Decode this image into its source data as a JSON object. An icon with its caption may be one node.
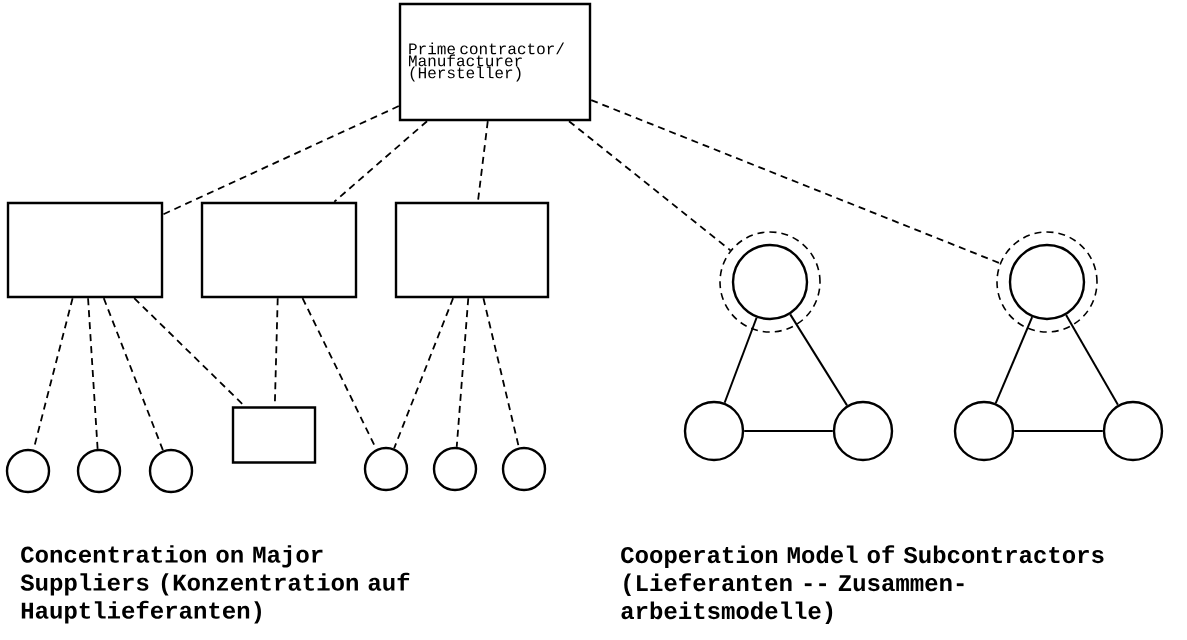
{
  "diagram": {
    "nodes": [
      {
        "text": [
          "Prime contractor/ Manufacturer (Hersteller)"
        ]
      },
      {
        "text": [],
        "shape": "box"
      },
      {
        "text": [],
        "shape": "box"
      },
      {
        "text": [],
        "shape": "box"
      },
      {
        "text": [],
        "shape": "circle"
      },
      {
        "text": [],
        "shape": "circle"
      },
      {
        "text": [],
        "shape": "circle"
      },
      {
        "text": [],
        "shape": "box"
      },
      {
        "text": [],
        "shape": "circle"
      },
      {
        "text": [],
        "shape": "circle"
      },
      {
        "text": [],
        "shape": "circle"
      },
      {
        "text": [],
        "shape": "circle"
      },
      {
        "text": [],
        "shape": "circle",
        "in": 11
      },
      {
        "text": [],
        "shape": "circle"
      },
      {
        "text": [],
        "shape": "circle"
      },
      {
        "text": [],
        "shape": "circle"
      },
      {
        "text": [],
        "shape": "circle",
        "in": 15
      },
      {
        "text": [],
        "shape": "circle"
      },
      {
        "text": [],
        "shape": "circle"
      }
    ],
    "edges": [
      {
        "from": 0,
        "to": 1,
        "arrow": "none",
        "style": "dashed"
      },
      {
        "from": 0,
        "to": 2,
        "arrow": "none",
        "style": "dashed"
      },
      {
        "from": 0,
        "to": 3,
        "arrow": "none",
        "style": "dashed"
      },
      {
        "from": 0,
        "to": 11,
        "arrow": "none",
        "style": "dashed"
      },
      {
        "from": 0,
        "to": 15,
        "arrow": "none",
        "style": "dashed"
      },
      {
        "from": 1,
        "to": 4,
        "arrow": "none",
        "style": "dashed"
      },
      {
        "from": 1,
        "to": 5,
        "arrow": "none",
        "style": "dashed"
      },
      {
        "from": 1,
        "to": 6,
        "arrow": "none",
        "style": "dashed"
      },
      {
        "from": 1,
        "to": 7,
        "arrow": "none",
        "style": "dashed"
      },
      {
        "from": 2,
        "to": 7,
        "arrow": "none",
        "style": "dashed"
      },
      {
        "from": 2,
        "to": 8,
        "arrow": "none",
        "style": "dashed"
      },
      {
        "from": 3,
        "to": 8,
        "arrow": "none",
        "style": "dashed"
      },
      {
        "from": 3,
        "to": 9,
        "arrow": "none",
        "style": "dashed"
      },
      {
        "from": 3,
        "to": 10,
        "arrow": "none",
        "style": "dashed"
      },
      {
        "from": 12,
        "to": 13,
        "arrow": "none"
      },
      {
        "from": 12,
        "to": 14,
        "arrow": "none"
      },
      {
        "from": 13,
        "to": 14,
        "arrow": "none"
      },
      {
        "from": 16,
        "to": 17,
        "arrow": "none"
      },
      {
        "from": 16,
        "to": 18,
        "arrow": "none"
      },
      {
        "from": 17,
        "to": 18,
        "arrow": "none"
      }
    ],
    "labels": [
      "Concentration on Major Suppliers (Konzentration auf Hauptlieferanten)",
      "Cooperation Model of Subcontractors (Lieferanten -- Zusammen- arbeitsmodelle)"
    ]
  }
}
